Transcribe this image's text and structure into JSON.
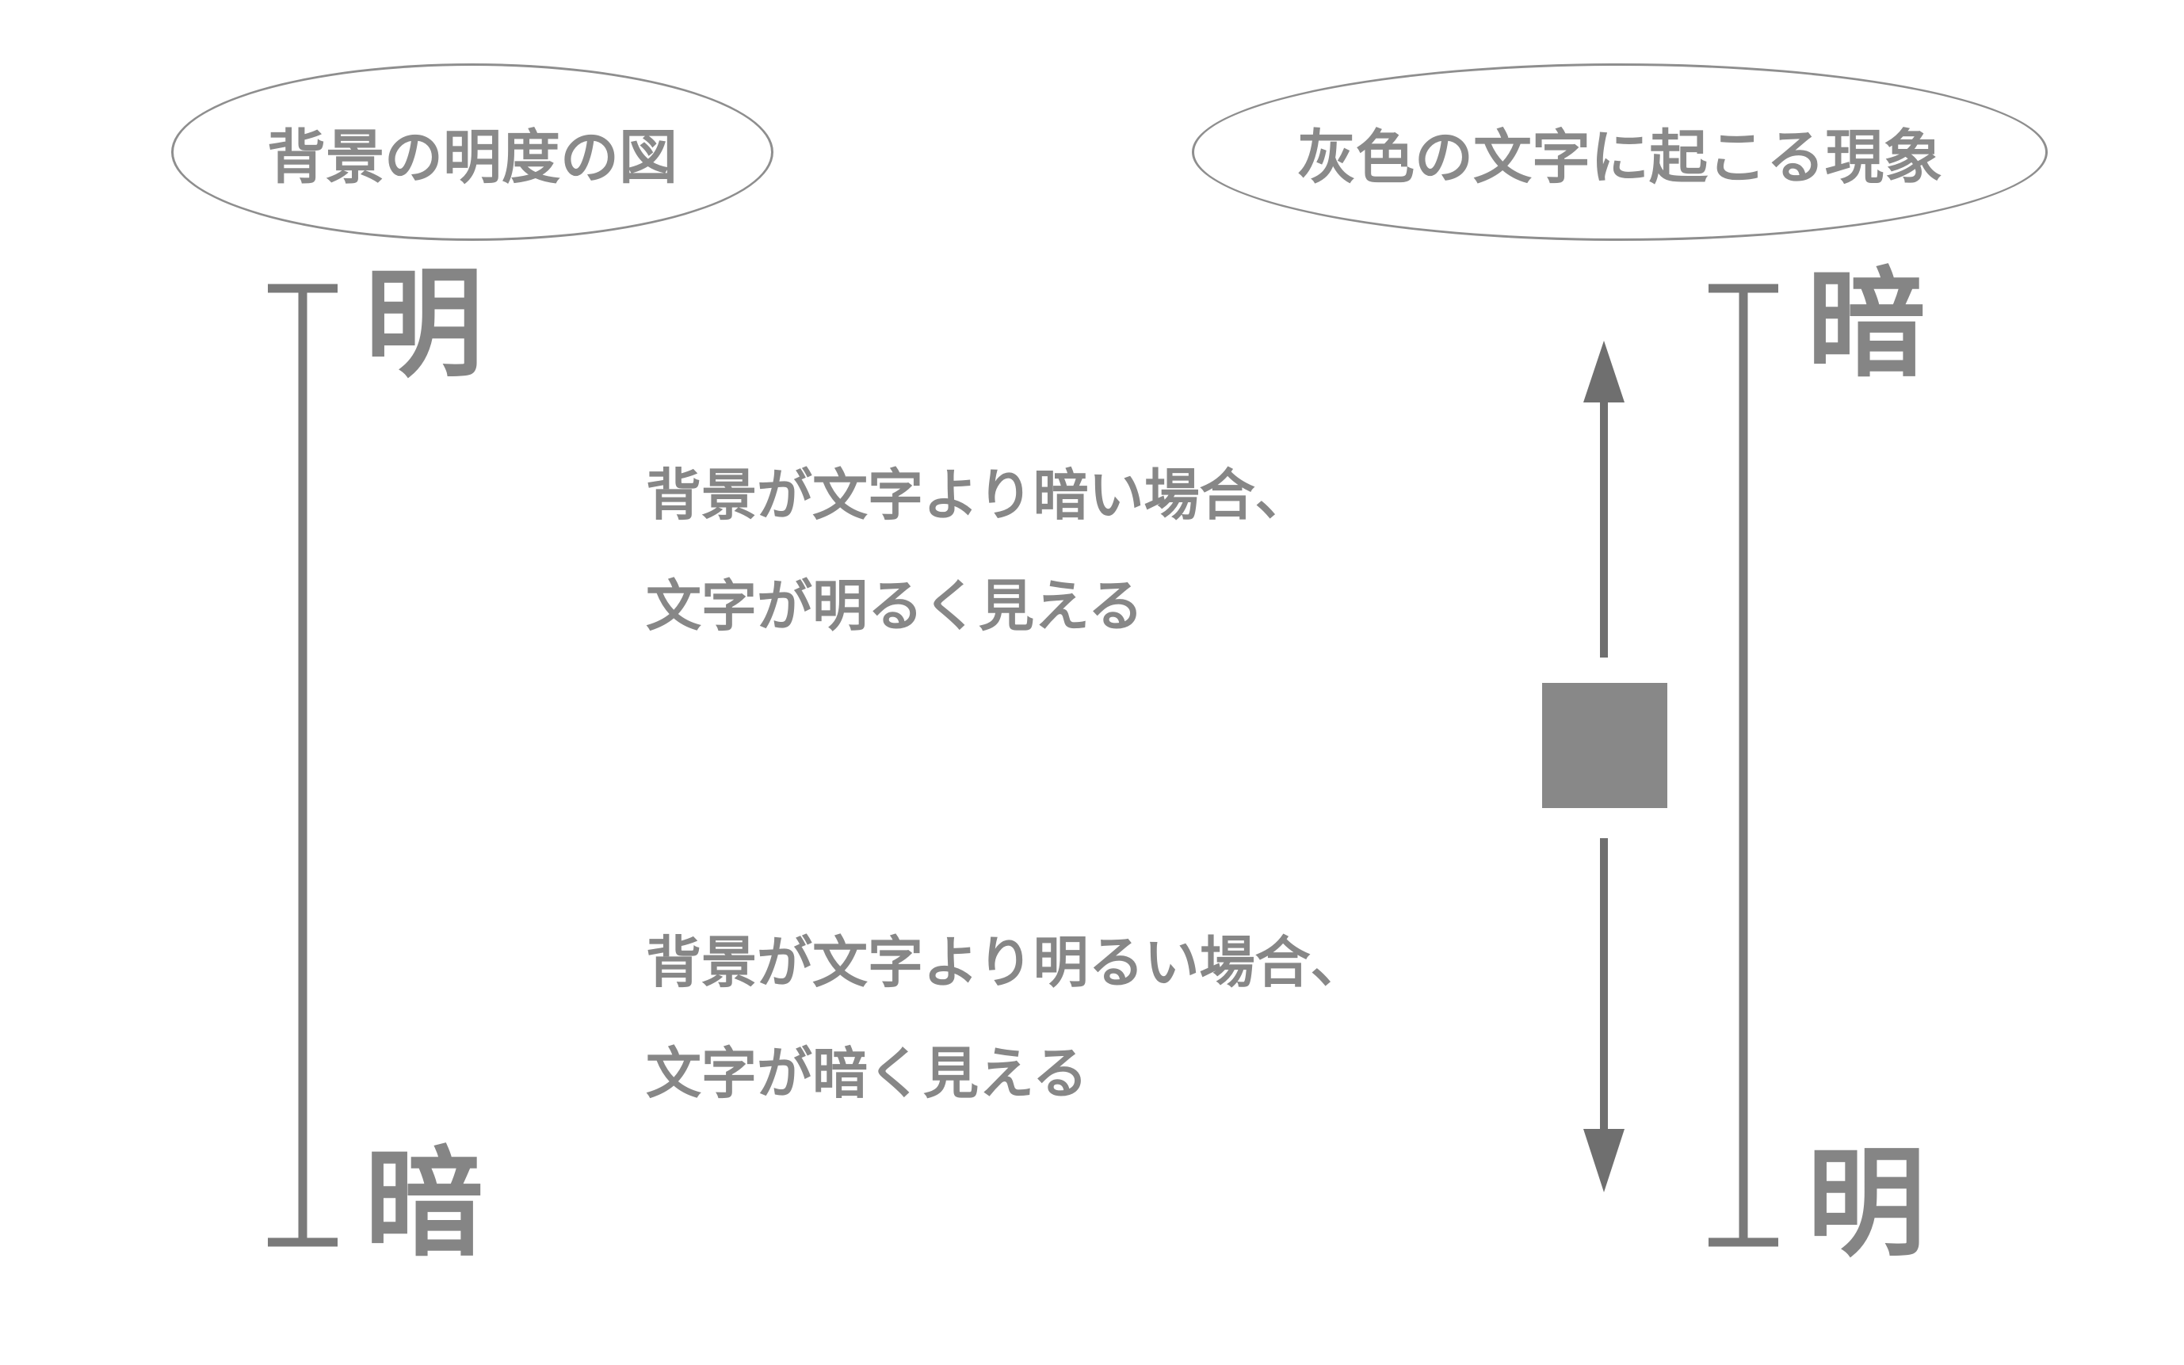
{
  "left_panel": {
    "title": "背景の明度の図",
    "top_label": "明",
    "bottom_label": "暗"
  },
  "right_panel": {
    "title": "灰色の文字に起こる現象",
    "top_label": "暗",
    "bottom_label": "明"
  },
  "descriptions": {
    "upper": {
      "line1": "背景が文字より暗い場合、",
      "line2": "文字が明るく見える"
    },
    "lower": {
      "line1": "背景が文字より明るい場合、",
      "line2": "文字が暗く見える"
    }
  },
  "colors": {
    "scale_line": "#7a7a7a",
    "gray_square": "#888888",
    "arrow": "#6f6f6f",
    "text": "#878787"
  }
}
